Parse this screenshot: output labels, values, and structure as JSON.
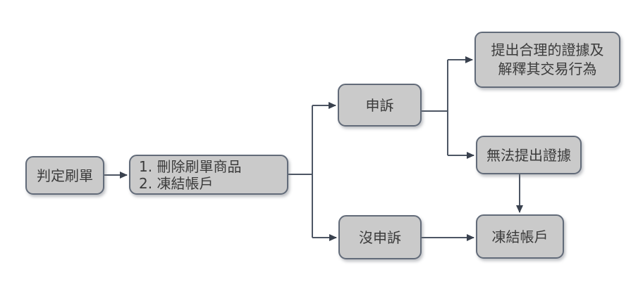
{
  "diagram": {
    "type": "flowchart",
    "nodes": {
      "judge": {
        "label": "判定刷單"
      },
      "actions": {
        "lines": [
          "1. 刪除刷單商品",
          "2. 凍結帳戶"
        ]
      },
      "appeal": {
        "label": "申訴"
      },
      "no_appeal": {
        "label": "沒申訴"
      },
      "evidence": {
        "lines": [
          "提出合理的證據及",
          "解釋其交易行為"
        ]
      },
      "no_evidence": {
        "label": "無法提出證據"
      },
      "freeze": {
        "label": "凍結帳戶"
      }
    },
    "edges": [
      {
        "from": "judge",
        "to": "actions"
      },
      {
        "from": "actions",
        "to": "appeal"
      },
      {
        "from": "actions",
        "to": "no_appeal"
      },
      {
        "from": "appeal",
        "to": "evidence"
      },
      {
        "from": "appeal",
        "to": "no_evidence"
      },
      {
        "from": "no_evidence",
        "to": "freeze"
      },
      {
        "from": "no_appeal",
        "to": "freeze"
      }
    ],
    "colors": {
      "background": "#ffffff",
      "node_fill": "#cacaca",
      "node_border": "#626b79",
      "connector": "#4d5664",
      "arrowhead": "#39414e",
      "text": "#3b3b3b"
    }
  }
}
